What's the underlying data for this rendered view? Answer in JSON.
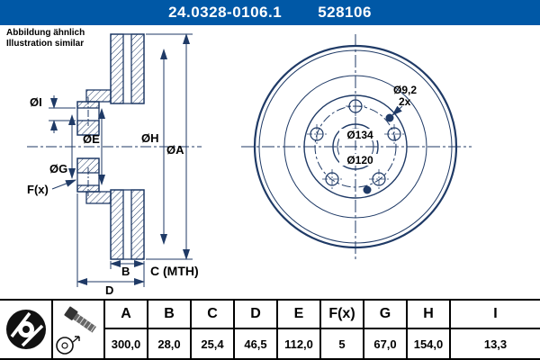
{
  "header": {
    "part_number": "24.0328-0106.1",
    "ref_number": "528106"
  },
  "note": {
    "line1": "Abbildung ähnlich",
    "line2": "Illustration similar"
  },
  "drawing": {
    "side_labels": {
      "dia_i": "ØI",
      "dia_g": "ØG",
      "dia_e": "ØE",
      "dia_h": "ØH",
      "dia_a": "ØA",
      "f": "F(x)",
      "b": "B",
      "c": "C (MTH)",
      "d": "D"
    },
    "front_labels": {
      "hole_dia": "Ø9,2",
      "hole_count": "2x",
      "bc1": "Ø134",
      "bc2": "Ø120"
    }
  },
  "table": {
    "headers": [
      "A",
      "B",
      "C",
      "D",
      "E",
      "F(x)",
      "G",
      "H",
      "I"
    ],
    "values": [
      "300,0",
      "28,0",
      "25,4",
      "46,5",
      "112,0",
      "5",
      "67,0",
      "154,0",
      "13,3"
    ]
  },
  "colors": {
    "accent": "#0058a6",
    "line": "#1f3a66"
  }
}
